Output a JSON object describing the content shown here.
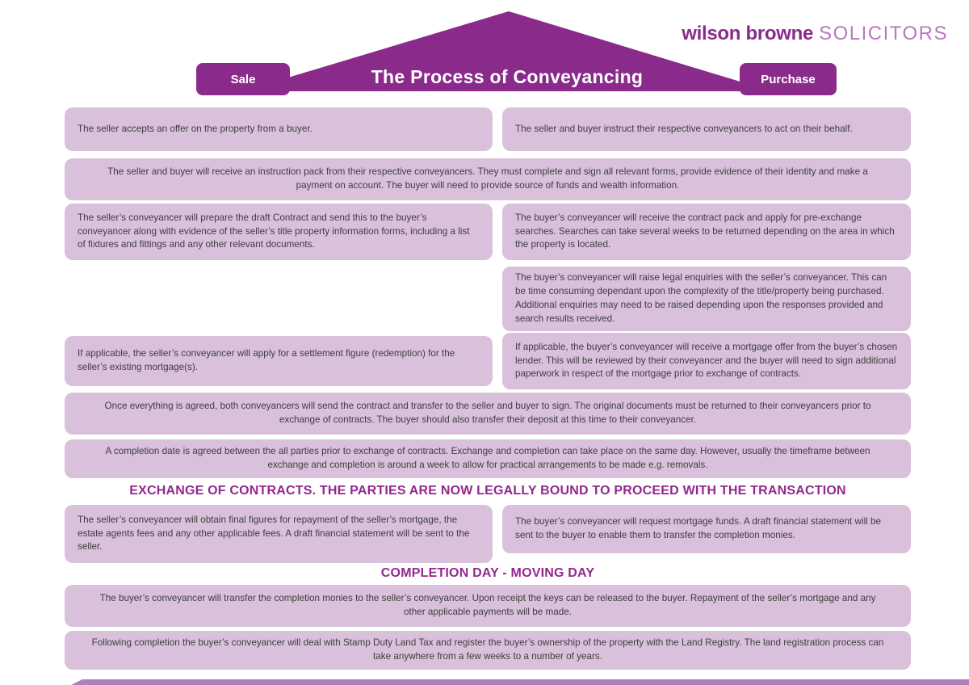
{
  "colors": {
    "brand_purple": "#8a2b8c",
    "logo_secondary_purple": "#b977c1",
    "box_lavender": "#d9c0db",
    "heading_purple": "#93278f",
    "body_text": "#3e3e3e",
    "footer_ribbon": "#ae80bc"
  },
  "brand": {
    "name_bold": "wilson browne",
    "name_light": "SOLICITORS"
  },
  "header": {
    "title": "The Process of Conveyancing",
    "sale_label": "Sale",
    "purchase_label": "Purchase"
  },
  "headings": {
    "exchange": "EXCHANGE OF CONTRACTS. THE PARTIES ARE NOW LEGALLY BOUND TO PROCEED WITH THE TRANSACTION",
    "completion": "COMPLETION DAY - MOVING DAY"
  },
  "steps": {
    "sale_offer_accepted": "The seller accepts an offer on the property from a buyer.",
    "instruct_conveyancers": "The seller and buyer instruct their respective conveyancers to act on their behalf.",
    "instruction_pack": "The seller and buyer will receive an instruction pack from their respective conveyancers. They must complete and sign all relevant forms, provide evidence of their identity and make a payment on account. The buyer will need to provide source of funds and wealth information.",
    "draft_contract": "The seller’s conveyancer will prepare the draft Contract and send this to the buyer’s conveyancer along with evidence of the seller’s title property information forms, including a list of fixtures and fittings and any other relevant documents.",
    "contract_pack_searches": "The buyer’s conveyancer will receive the contract pack and apply for pre-exchange searches. Searches can take several weeks to be returned depending on the area in which the property is located.",
    "legal_enquiries": "The buyer’s conveyancer will raise legal enquiries with the seller’s conveyancer. This can be time consuming dependant upon the complexity of the title/property being purchased. Additional enquiries may need to be raised depending upon the responses provided and search results received.",
    "settlement_figure": "If applicable, the seller’s conveyancer will apply for a settlement figure (redemption) for the seller’s existing mortgage(s).",
    "mortgage_offer": "If applicable, the buyer’s conveyancer will receive a mortgage offer from the buyer’s chosen lender. This will be reviewed by their conveyancer and the buyer will need to sign additional paperwork in respect of the mortgage prior to exchange of contracts.",
    "sign_contract_transfer": "Once everything is agreed, both conveyancers will send the contract and transfer to the seller and buyer to sign. The original documents must be returned to their conveyancers prior to exchange of contracts. The buyer should also transfer their deposit at this time to their conveyancer.",
    "completion_date_agreed": "A completion date is agreed between the all parties prior to exchange of contracts. Exchange and completion can take place on the same day. However, usually the timeframe between exchange and completion is around a week to allow for practical arrangements to be made e.g. removals.",
    "final_figures_seller": "The seller’s conveyancer will obtain final figures for repayment of the seller’s mortgage, the estate agents fees and any other applicable fees. A draft financial statement will be sent to the seller.",
    "mortgage_funds_request": "The buyer’s conveyancer will request mortgage funds. A draft financial statement will be sent to the buyer to enable them to transfer the completion monies.",
    "transfer_completion_monies": "The buyer’s conveyancer will transfer the completion monies to the seller’s conveyancer. Upon receipt the keys can be released to the buyer. Repayment of the seller’s mortgage and any other applicable payments will be made.",
    "post_completion_registration": "Following completion the buyer’s conveyancer will deal with Stamp Duty Land Tax and register the buyer’s ownership of the property with the Land Registry. The land registration process can take anywhere from a few weeks to a number of years."
  }
}
